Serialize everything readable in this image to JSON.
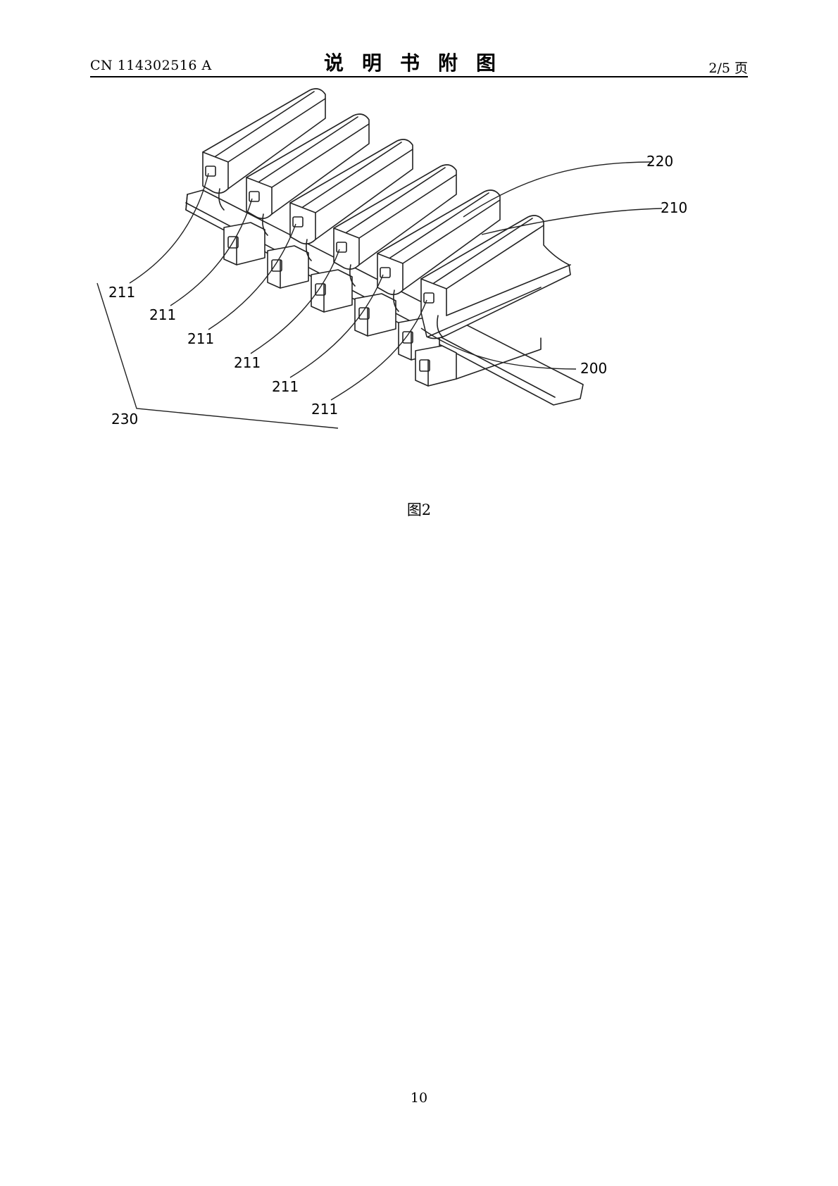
{
  "header": {
    "publication_number": "CN 114302516 A",
    "title": "说明书附图",
    "page_of": "2/5 页"
  },
  "figure": {
    "labels": {
      "l220": "220",
      "l210": "210",
      "l200": "200",
      "l230": "230",
      "l211": "211"
    }
  },
  "caption": "图2",
  "footer": {
    "page_number": "10"
  }
}
